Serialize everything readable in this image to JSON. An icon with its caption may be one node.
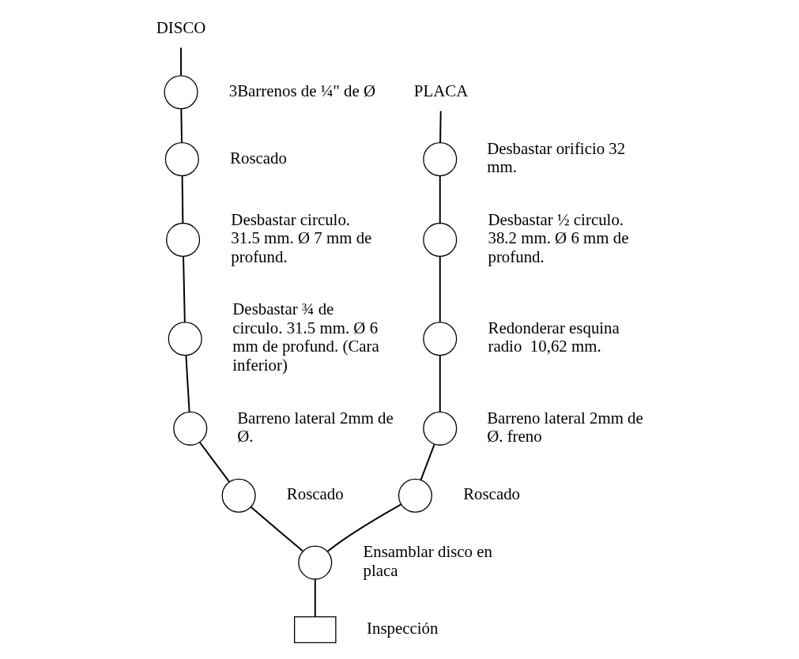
{
  "diagram": {
    "nodes": [
      {
        "text": [
          "DISCO"
        ]
      },
      {
        "text": [],
        "shape": "circle",
        "beside": [
          "3Barrenos de ¼\" de Ø"
        ]
      },
      {
        "text": [],
        "shape": "circle",
        "beside": [
          "Roscado"
        ]
      },
      {
        "text": [],
        "shape": "circle",
        "beside": [
          "Desbastar circulo. 31.5 mm. Ø 7 mm de profund."
        ]
      },
      {
        "text": [],
        "shape": "circle",
        "beside": [
          "Desbastar ¾ de circulo. 31.5 mm. Ø 6 mm de profund. (Cara inferior)"
        ]
      },
      {
        "text": [],
        "shape": "circle",
        "beside": [
          "Barreno lateral 2mm de Ø."
        ]
      },
      {
        "text": [],
        "shape": "circle",
        "beside": [
          "Roscado"
        ]
      },
      {
        "text": [
          "PLACA"
        ]
      },
      {
        "text": [],
        "shape": "circle",
        "beside": [
          "Desbastar orificio 32 mm."
        ]
      },
      {
        "text": [],
        "shape": "circle",
        "beside": [
          "Desbastar ½ circulo. 38.2 mm. Ø 6 mm de profund."
        ]
      },
      {
        "text": [],
        "shape": "circle",
        "beside": [
          "Redonderar esquina radio  10,62 mm."
        ]
      },
      {
        "text": [],
        "shape": "circle",
        "beside": [
          "Barreno lateral 2mm de Ø. freno"
        ]
      },
      {
        "text": [],
        "shape": "circle",
        "beside": [
          "Roscado"
        ]
      },
      {
        "text": [],
        "shape": "circle",
        "beside": [
          "Ensamblar disco en placa"
        ]
      },
      {
        "text": [],
        "shape": "box",
        "beside": [
          "Inspección"
        ]
      }
    ],
    "edges": [
      {
        "from": 0,
        "to": 1,
        "arrow": "none"
      },
      {
        "from": 1,
        "to": 2,
        "arrow": "none"
      },
      {
        "from": 2,
        "to": 3,
        "arrow": "none"
      },
      {
        "from": 3,
        "to": 4,
        "arrow": "none"
      },
      {
        "from": 4,
        "to": 5,
        "arrow": "none"
      },
      {
        "from": 5,
        "to": 6,
        "arrow": "none"
      },
      {
        "from": 6,
        "to": 13,
        "arrow": "none"
      },
      {
        "from": 7,
        "to": 8,
        "arrow": "none"
      },
      {
        "from": 8,
        "to": 9,
        "arrow": "none"
      },
      {
        "from": 9,
        "to": 10,
        "arrow": "none"
      },
      {
        "from": 10,
        "to": 11,
        "arrow": "none"
      },
      {
        "from": 11,
        "to": 12,
        "arrow": "none"
      },
      {
        "from": 12,
        "to": 13,
        "arrow": "none"
      },
      {
        "from": 13,
        "to": 14,
        "arrow": "none"
      }
    ]
  }
}
